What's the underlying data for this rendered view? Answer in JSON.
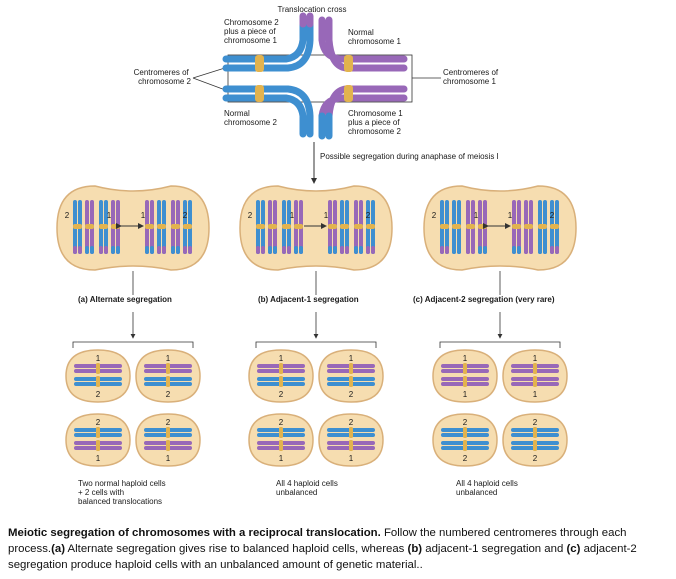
{
  "top": {
    "title": "Translocation cross",
    "chr2_plus_piece": [
      "Chromosome 2",
      "plus a piece of",
      "chromosome 1"
    ],
    "normal_chr1": [
      "Normal",
      "chromosome 1"
    ],
    "centromeres_chr2": [
      "Centromeres of",
      "chromosome 2"
    ],
    "centromeres_chr1": [
      "Centromeres of",
      "chromosome 1"
    ],
    "normal_chr2": [
      "Normal",
      "chromosome 2"
    ],
    "chr1_plus_piece": [
      "Chromosome 1",
      "plus a piece of",
      "chromosome 2"
    ]
  },
  "segregation_note": "Possible segregation during anaphase of meiosis I",
  "cells": {
    "numbers": {
      "one": "1",
      "two": "2"
    },
    "panels": [
      {
        "label": "(a) Alternate segregation",
        "result": [
          "Two normal haploid cells",
          "+ 2 cells with",
          "balanced translocations"
        ]
      },
      {
        "label": "(b) Adjacent-1 segregation",
        "result": [
          "All 4 haploid cells",
          "unbalanced"
        ]
      },
      {
        "label": "(c) Adjacent-2 segregation (very rare)",
        "result": [
          "All 4 haploid cells",
          "unbalanced"
        ]
      }
    ]
  },
  "colors": {
    "blue": "#3e8fd0",
    "purple": "#9868b8",
    "centromere": "#e2b34e",
    "cell_fill": "#f6ddb0",
    "cell_stroke": "#d9b07a"
  },
  "caption": {
    "bold_intro": "Meiotic segregation of chromosomes with a reciprocal translocation.",
    "intro_rest": " Follow the numbered centromeres through each process.",
    "a_label": "(a)",
    "a_text": " Alternate segregation gives rise to balanced haploid cells, whereas ",
    "b_label": "(b)",
    "b_text": " adjacent-1 segregation and ",
    "c_label": "(c)",
    "c_text": " adjacent-2 segregation produce haploid cells with an unbalanced amount of genetic material.."
  }
}
